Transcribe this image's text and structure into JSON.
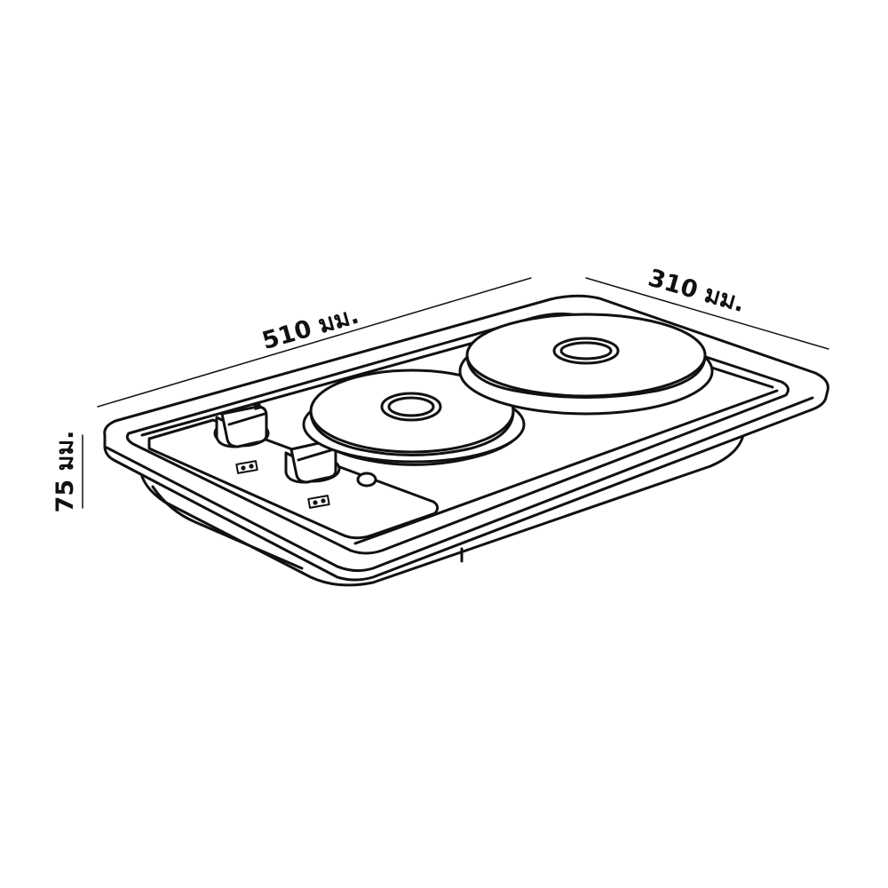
{
  "dimensions": {
    "width_label": "510 มม.",
    "depth_label": "310 มม.",
    "height_label": "75 มม."
  },
  "colors": {
    "line": "#111111",
    "background": "#ffffff"
  }
}
